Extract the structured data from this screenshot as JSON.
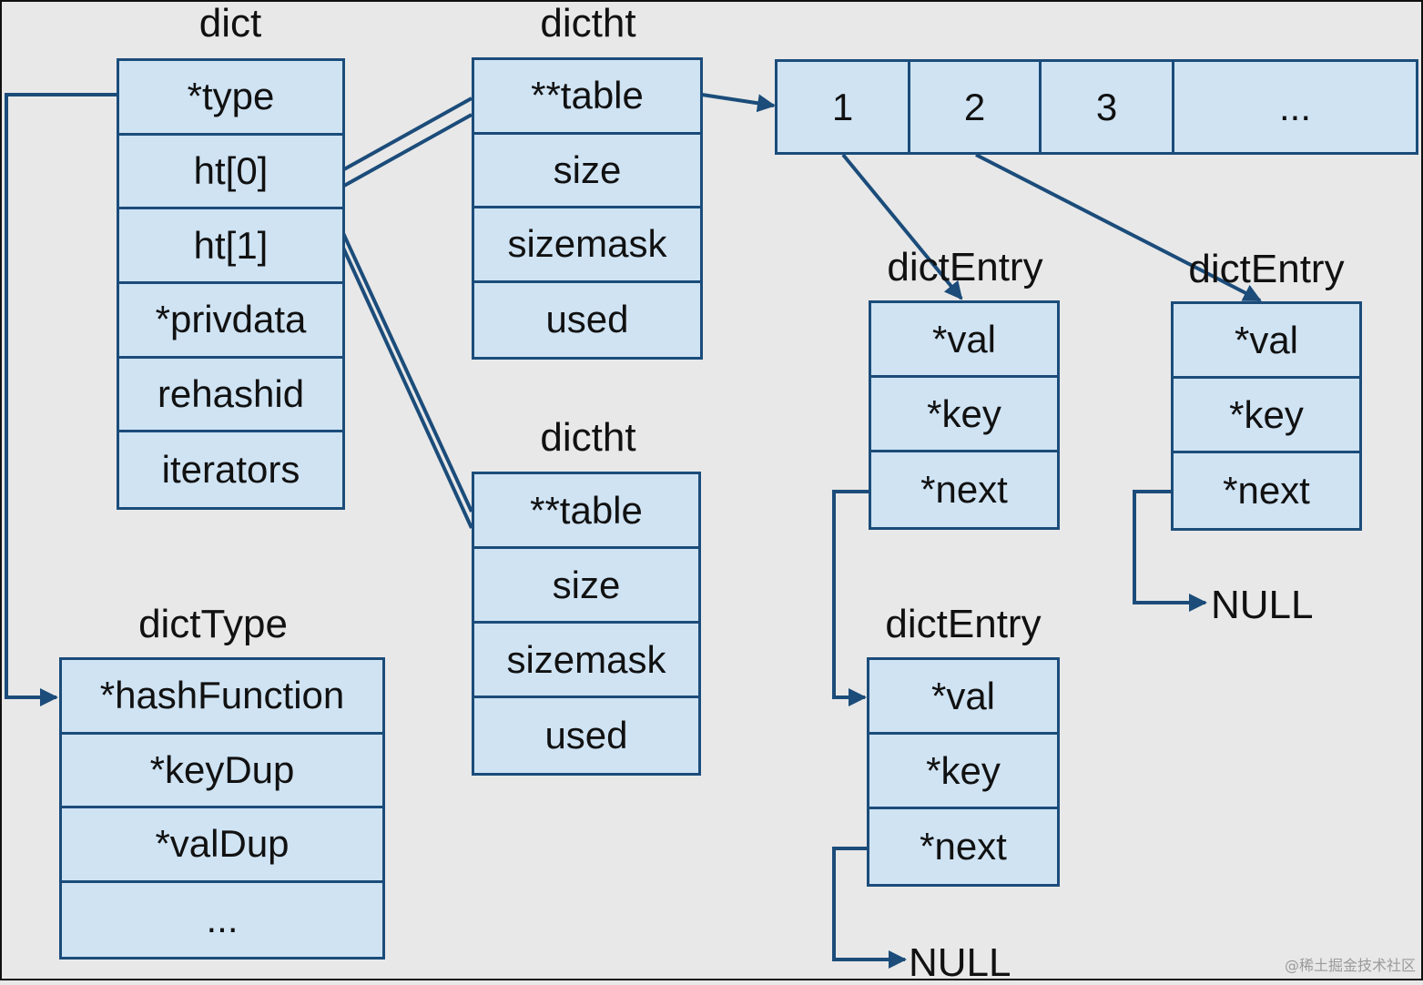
{
  "dict": {
    "title": "dict",
    "fields": [
      "*type",
      "ht[0]",
      "ht[1]",
      "*privdata",
      "rehashid",
      "iterators"
    ]
  },
  "dictht_top": {
    "title": "dictht",
    "fields": [
      "**table",
      "size",
      "sizemask",
      "used"
    ]
  },
  "dictht_bottom": {
    "title": "dictht",
    "fields": [
      "**table",
      "size",
      "sizemask",
      "used"
    ]
  },
  "dictType": {
    "title": "dictType",
    "fields": [
      "*hashFunction",
      "*keyDup",
      "*valDup",
      "..."
    ]
  },
  "table_array": {
    "cells": [
      "1",
      "2",
      "3",
      "..."
    ]
  },
  "entry_a": {
    "title": "dictEntry",
    "fields": [
      "*val",
      "*key",
      "*next"
    ]
  },
  "entry_b": {
    "title": "dictEntry",
    "fields": [
      "*val",
      "*key",
      "*next"
    ]
  },
  "entry_c": {
    "title": "dictEntry",
    "fields": [
      "*val",
      "*key",
      "*next"
    ]
  },
  "null_right": "NULL",
  "null_bottom": "NULL",
  "watermark": "@稀土掘金技术社区",
  "colors": {
    "stroke": "#1b4c7a",
    "box_fill": "#cfe3f3",
    "background": "#e8e8e8"
  }
}
